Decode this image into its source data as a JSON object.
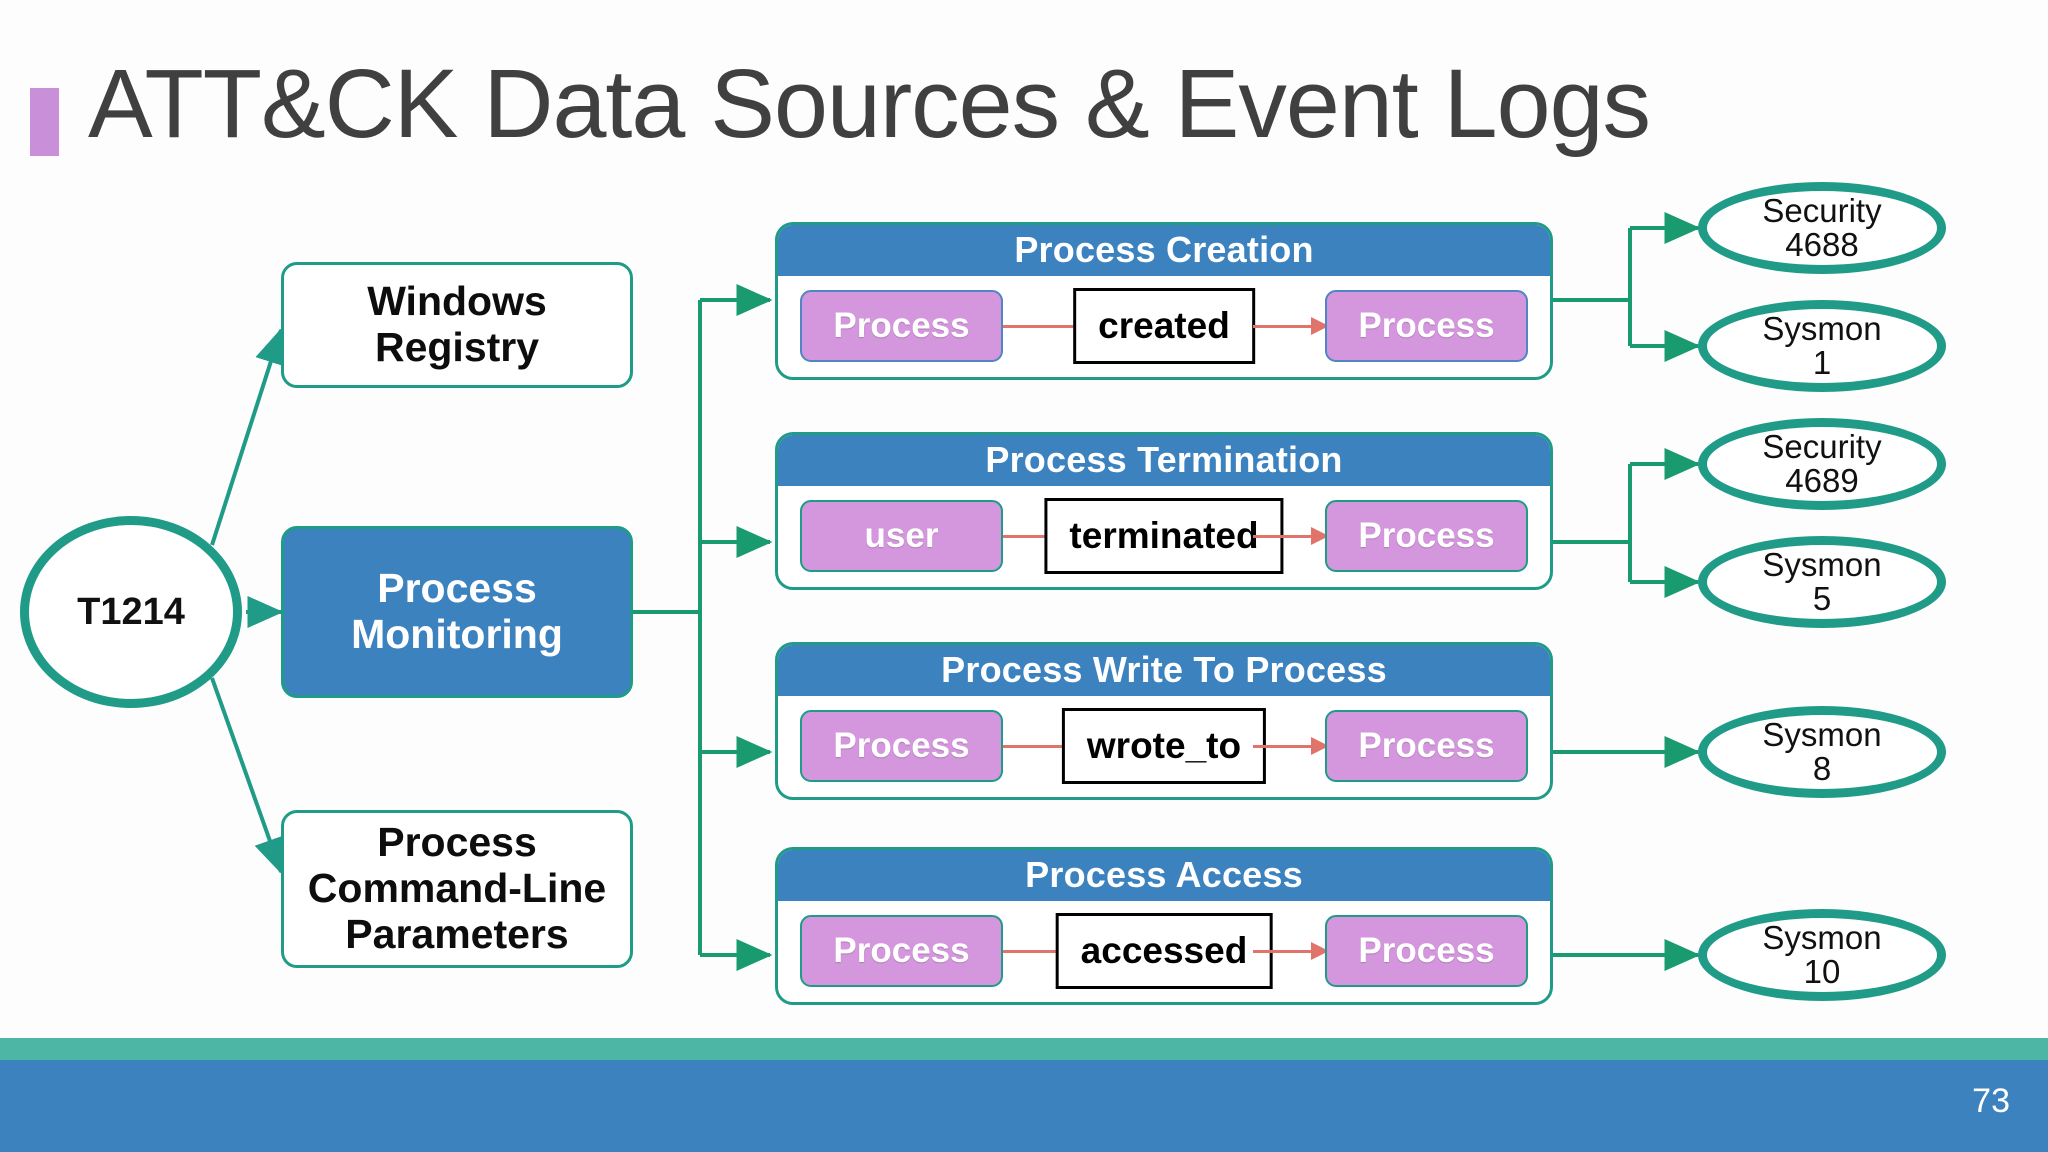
{
  "slide": {
    "title": "ATT&CK Data Sources & Event Logs",
    "accent_color": "#c98fd8",
    "title_color": "#404040",
    "page_number": "73",
    "footer_strip_color": "#4db6a4",
    "footer_bar_color": "#3b82bf"
  },
  "root": {
    "label": "T1214",
    "border_color": "#1f9b88"
  },
  "data_sources": [
    {
      "label": "Windows\nRegistry",
      "line1": "Windows",
      "line2": "Registry",
      "line3": "",
      "style": "outline"
    },
    {
      "label": "Process\nMonitoring",
      "line1": "Process",
      "line2": "Monitoring",
      "line3": "",
      "style": "filled",
      "fill": "#3b82bf"
    },
    {
      "label": "Process\nCommand-Line\nParameters",
      "line1": "Process",
      "line2": "Command-Line",
      "line3": "Parameters",
      "style": "outline"
    }
  ],
  "panels": [
    {
      "title": "Process Creation",
      "source": "Process",
      "relation": "created",
      "target": "Process",
      "entity_border": "#4f86c3"
    },
    {
      "title": "Process Termination",
      "source": "user",
      "relation": "terminated",
      "target": "Process",
      "entity_border": "#1f9b88"
    },
    {
      "title": "Process Write To Process",
      "source": "Process",
      "relation": "wrote_to",
      "target": "Process",
      "entity_border": "#1f9b88"
    },
    {
      "title": "Process Access",
      "source": "Process",
      "relation": "accessed",
      "target": "Process",
      "entity_border": "#1f9b88"
    }
  ],
  "event_logs": [
    {
      "channel": "Security",
      "event_id": "4688"
    },
    {
      "channel": "Sysmon",
      "event_id": "1"
    },
    {
      "channel": "Security",
      "event_id": "4689"
    },
    {
      "channel": "Sysmon",
      "event_id": "5"
    },
    {
      "channel": "Sysmon",
      "event_id": "8"
    },
    {
      "channel": "Sysmon",
      "event_id": "10"
    }
  ],
  "colors": {
    "teal": "#1f9b88",
    "blue": "#3b82bf",
    "pink": "#d497dd",
    "salmon": "#e0736a"
  }
}
